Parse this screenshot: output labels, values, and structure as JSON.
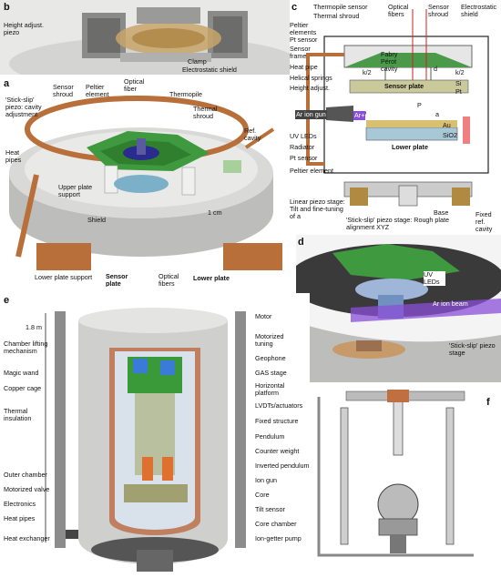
{
  "panels": {
    "b": {
      "letter": "b",
      "labels": [
        "Height adjust. piezo",
        "Clamp",
        "Electrostatic shield"
      ]
    },
    "a": {
      "letter": "a",
      "labels": [
        "'Stick-slip' piezo: cavity adjustment",
        "Sensor shroud",
        "Peltier element",
        "Optical fiber",
        "Thermopile",
        "Thermal shroud",
        "Ref. cavity",
        "Heat pipes",
        "Upper plate support",
        "Shield",
        "1 cm",
        "Lower plate support",
        "Sensor plate",
        "Optical fibers",
        "Lower plate"
      ]
    },
    "c": {
      "letter": "c",
      "labels": [
        "Thermopile sensor",
        "Thermal shroud",
        "Optical fibers",
        "Sensor shroud",
        "Electrostatic shield",
        "Peltier elements",
        "Pt sensor",
        "Sensor frame",
        "Fabry Pérot cavity",
        "Heat pipe",
        "Helical springs",
        "Height adjust.",
        "Sensor plate",
        "Si",
        "Pt",
        "Ar ion gun",
        "Ar+",
        "UV LEDs",
        "Radiator",
        "Pt sensor",
        "Lower plate",
        "Au",
        "SiO2",
        "Peltier element",
        "Linear piezo stage: Tilt and fine-tuning of a",
        "Base",
        "Fixed ref. cavity",
        "'Stick-slip' piezo stage: Rough plate alignment XYZ",
        "k/2",
        "k/2",
        "d",
        "P",
        "a"
      ]
    },
    "d": {
      "letter": "d",
      "labels": [
        "UV LEDs",
        "Ar ion beam",
        "'Stick-slip' piezo stage"
      ]
    },
    "e": {
      "letter": "e",
      "height": "1.8 m",
      "left_labels": [
        "Chamber lifting mechanism",
        "Magic wand",
        "Copper cage",
        "Thermal insulation",
        "Outer chamber",
        "Motorized valve",
        "Electronics",
        "Heat pipes",
        "Heat exchanger"
      ],
      "right_labels": [
        "Motor",
        "Motorized tuning",
        "Geophone",
        "GAS stage",
        "Horizontal platform",
        "LVDTs/actuators",
        "Fixed structure",
        "Pendulum",
        "Counter weight",
        "Inverted pendulum",
        "Ion gun",
        "Core",
        "Tilt sensor",
        "Core chamber",
        "Ion-getter pump"
      ]
    },
    "f": {
      "letter": "f"
    }
  }
}
